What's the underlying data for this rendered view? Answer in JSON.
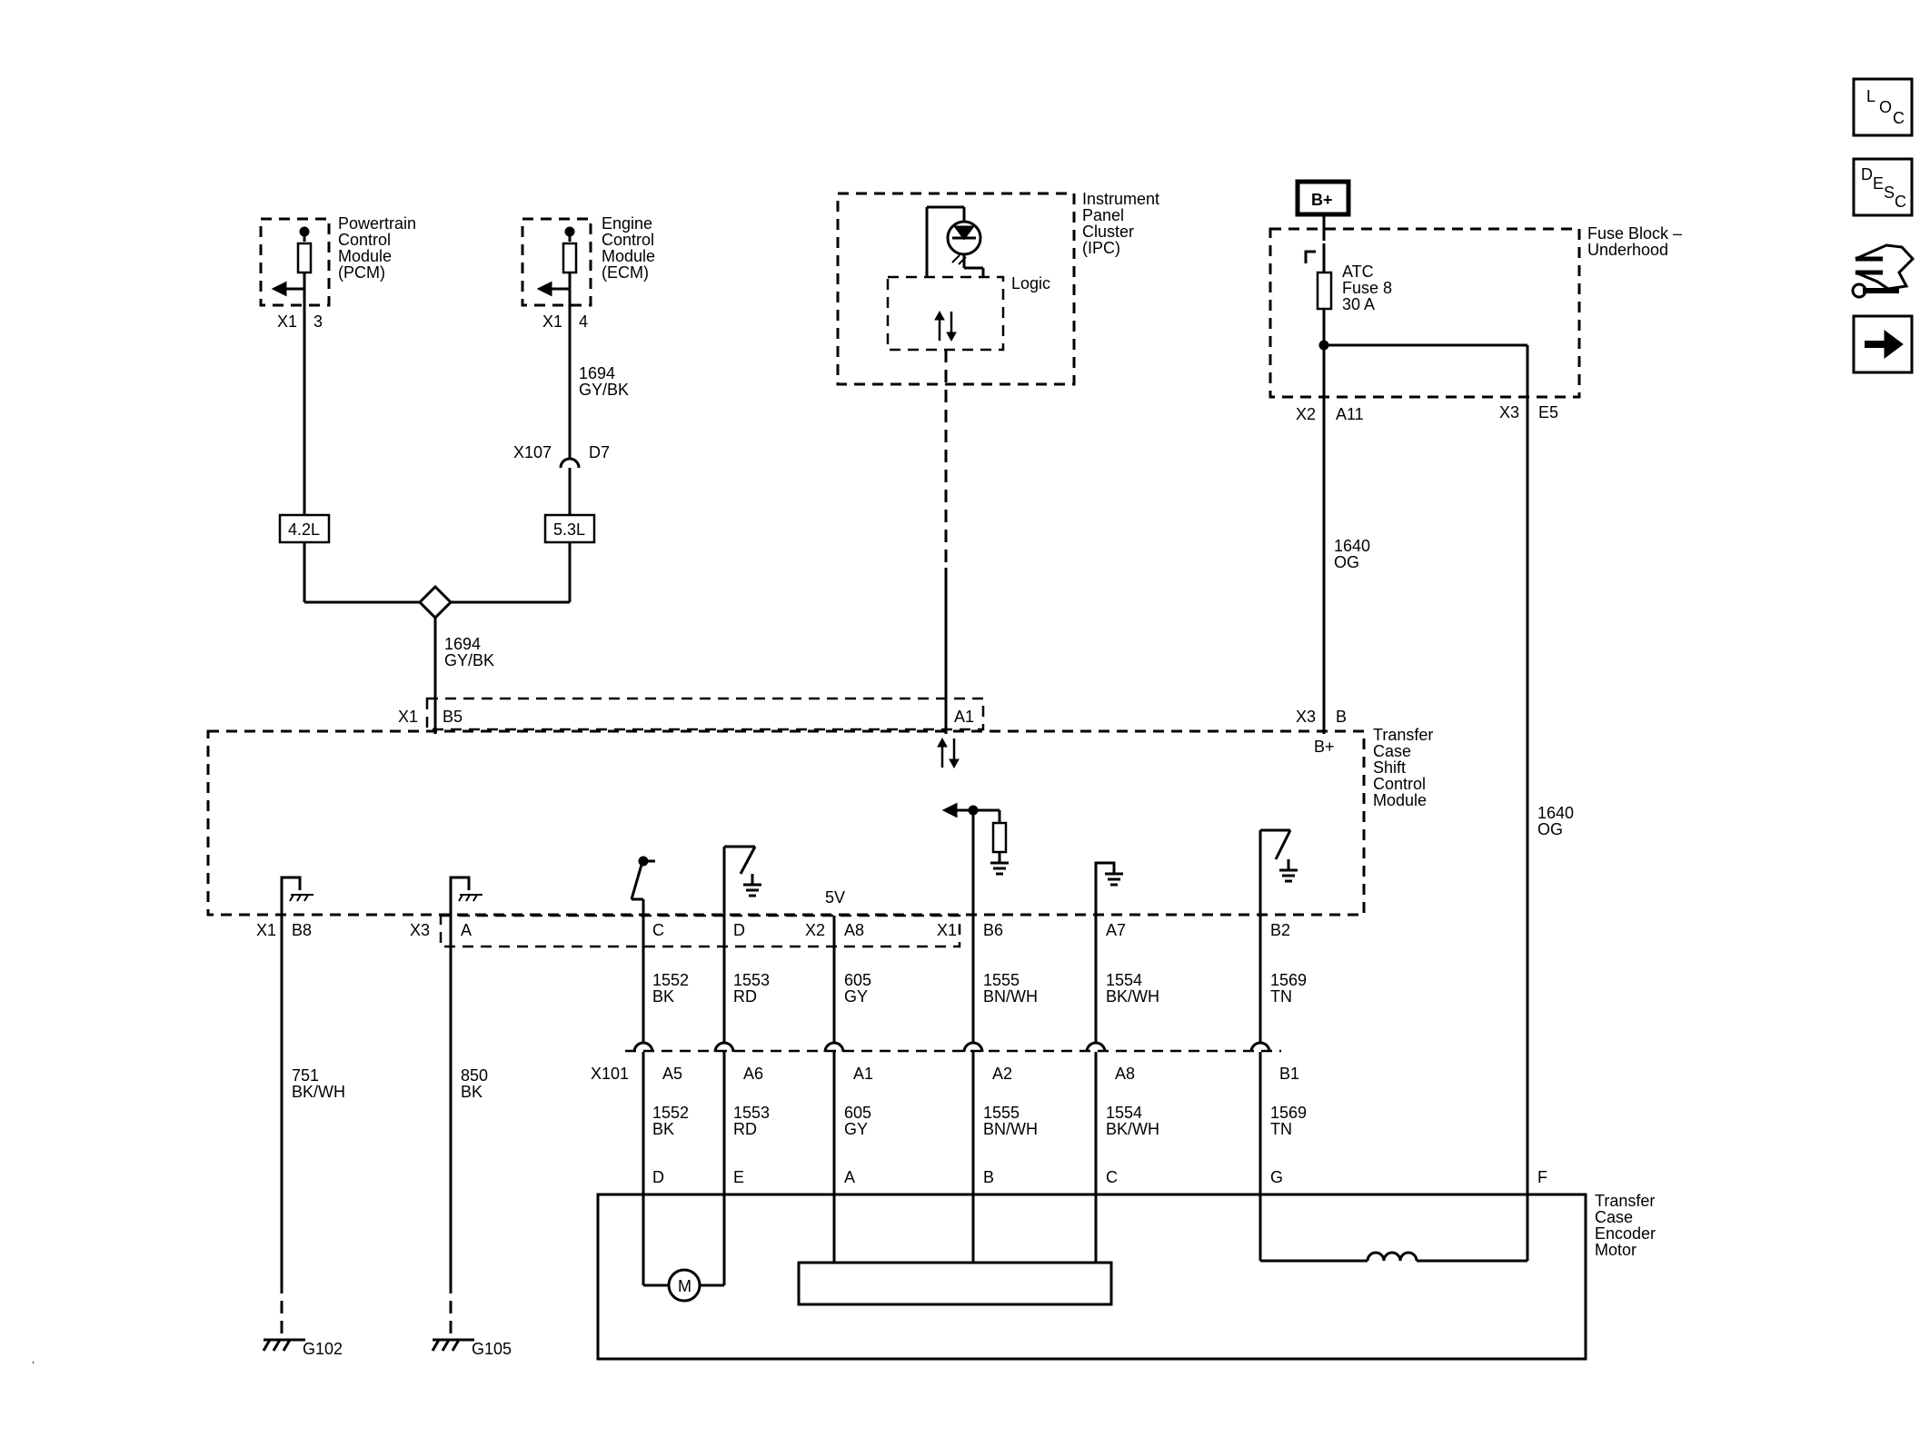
{
  "modules": {
    "pcm": {
      "name_lines": [
        "Powertrain",
        "Control",
        "Module",
        "(PCM)"
      ],
      "connector": "X1",
      "pin": "3"
    },
    "ecm": {
      "name_lines": [
        "Engine",
        "Control",
        "Module",
        "(ECM)"
      ],
      "connector": "X1",
      "pin": "4"
    },
    "ipc": {
      "name_lines": [
        "Instrument",
        "Panel",
        "Cluster",
        "(IPC)"
      ],
      "logic_label": "Logic"
    },
    "fuse_block": {
      "name_lines": [
        "Fuse Block –",
        "Underhood"
      ],
      "fuse_lines": [
        "ATC",
        "Fuse 8",
        "30 A"
      ],
      "battery": "B+",
      "pins": {
        "left_connector": "X2",
        "left_pin": "A11",
        "right_connector": "X3",
        "right_pin": "E5"
      }
    },
    "tcscm": {
      "name_lines": [
        "Transfer",
        "Case",
        "Shift",
        "Control",
        "Module"
      ],
      "top_pins": {
        "x1": "X1",
        "b5": "B5",
        "a1": "A1",
        "x3": "X3",
        "b": "B",
        "bplus": "B+"
      },
      "five_v": "5V"
    },
    "encoder_motor": {
      "name_lines": [
        "Transfer",
        "Case",
        "Encoder",
        "Motor"
      ]
    }
  },
  "engine_options": {
    "option_a": "4.2L",
    "option_b": "5.3L"
  },
  "inline_connector_x107": {
    "name": "X107",
    "pin": "D7"
  },
  "inline_connector_x101": {
    "name": "X101"
  },
  "wires": {
    "ecm_out": {
      "circuit": "1694",
      "color": "GY/BK"
    },
    "splice_out": {
      "circuit": "1694",
      "color": "GY/BK"
    },
    "fuse_feed": {
      "circuit": "1640",
      "color": "OG"
    },
    "fuse_e5": {
      "circuit": "1640",
      "color": "OG"
    }
  },
  "bottom_pins": [
    {
      "connector": "X1",
      "pin": "B8"
    },
    {
      "connector": "X3",
      "pin": "A"
    },
    {
      "connector": "",
      "pin": "C"
    },
    {
      "connector": "",
      "pin": "D"
    },
    {
      "connector": "X2",
      "pin": "A8"
    },
    {
      "connector": "X1",
      "pin": "B6"
    },
    {
      "connector": "",
      "pin": "A7"
    },
    {
      "connector": "",
      "pin": "B2"
    }
  ],
  "ground_wires": [
    {
      "circuit": "751",
      "color": "BK/WH",
      "ground": "G102"
    },
    {
      "circuit": "850",
      "color": "BK",
      "ground": "G105"
    }
  ],
  "upper_wires": [
    {
      "circuit": "1552",
      "color": "BK"
    },
    {
      "circuit": "1553",
      "color": "RD"
    },
    {
      "circuit": "605",
      "color": "GY"
    },
    {
      "circuit": "1555",
      "color": "BN/WH"
    },
    {
      "circuit": "1554",
      "color": "BK/WH"
    },
    {
      "circuit": "1569",
      "color": "TN"
    }
  ],
  "x101_pins": [
    "A5",
    "A6",
    "A1",
    "A2",
    "A8",
    "B1"
  ],
  "lower_wires": [
    {
      "circuit": "1552",
      "color": "BK"
    },
    {
      "circuit": "1553",
      "color": "RD"
    },
    {
      "circuit": "605",
      "color": "GY"
    },
    {
      "circuit": "1555",
      "color": "BN/WH"
    },
    {
      "circuit": "1554",
      "color": "BK/WH"
    },
    {
      "circuit": "1569",
      "color": "TN"
    }
  ],
  "motor_pins": [
    "D",
    "E",
    "A",
    "B",
    "C",
    "G",
    "F"
  ],
  "motor_symbol": "M",
  "nav": [
    {
      "name": "loc",
      "big": "L",
      "sub": "O",
      "sub2": "C"
    },
    {
      "name": "desc",
      "big": "D",
      "sub": "E",
      "sub2": "S",
      "sub3": "C"
    }
  ],
  "colors": {
    "line": "#000000",
    "background": "#ffffff"
  }
}
